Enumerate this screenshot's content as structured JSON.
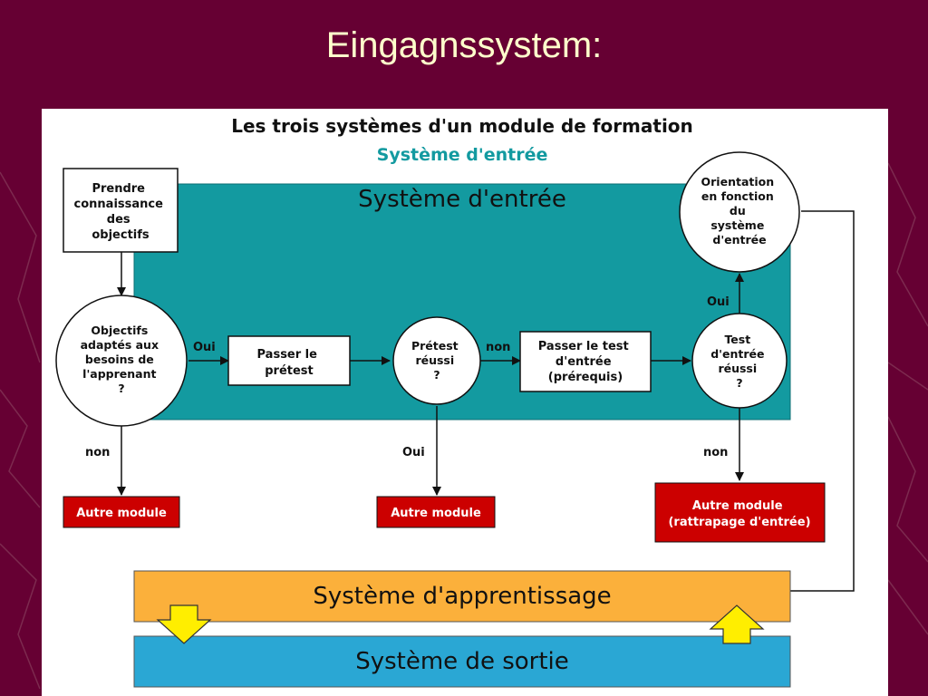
{
  "slide": {
    "title": "Eingagnssystem:"
  },
  "diagram": {
    "title": "Les trois systèmes d'un module de formation",
    "subtitle": "Système d'entrée",
    "entry_system_label": "Système d'entrée",
    "learning_system_label": "Système d'apprentissage",
    "exit_system_label": "Système de sortie",
    "nodes": {
      "objectives_box": [
        "Prendre",
        "connaissance",
        "des",
        "objectifs"
      ],
      "objectives_adapted": [
        "Objectifs",
        "adaptés aux",
        "besoins de",
        "l'apprenant",
        "?"
      ],
      "pass_pretest": [
        "Passer le",
        "prétest"
      ],
      "pretest_passed": [
        "Prétest",
        "réussi",
        "?"
      ],
      "pass_entry_test": [
        "Passer le test",
        "d'entrée",
        "(prérequis)"
      ],
      "entry_test_passed": [
        "Test",
        "d'entrée",
        "réussi",
        "?"
      ],
      "orientation": [
        "Orientation",
        "en fonction",
        "du",
        "système",
        "d'entrée"
      ]
    },
    "outcomes": {
      "other_module_1": "Autre module",
      "other_module_2": "Autre module",
      "other_module_3": [
        "Autre module",
        "(rattrapage d'entrée)"
      ]
    },
    "edge_labels": {
      "oui_1": "Oui",
      "non_1": "non",
      "non_2": "non",
      "oui_2": "Oui",
      "oui_3": "Oui",
      "non_3": "non"
    },
    "colors": {
      "entry_teal": "#139aa0",
      "learning_orange": "#fbb03b",
      "exit_blue": "#2aa7d4",
      "outcome_red": "#cc0000",
      "arrow_yellow": "#ffee00",
      "slide_background": "#660033",
      "title_color": "#FFFFCC"
    }
  }
}
